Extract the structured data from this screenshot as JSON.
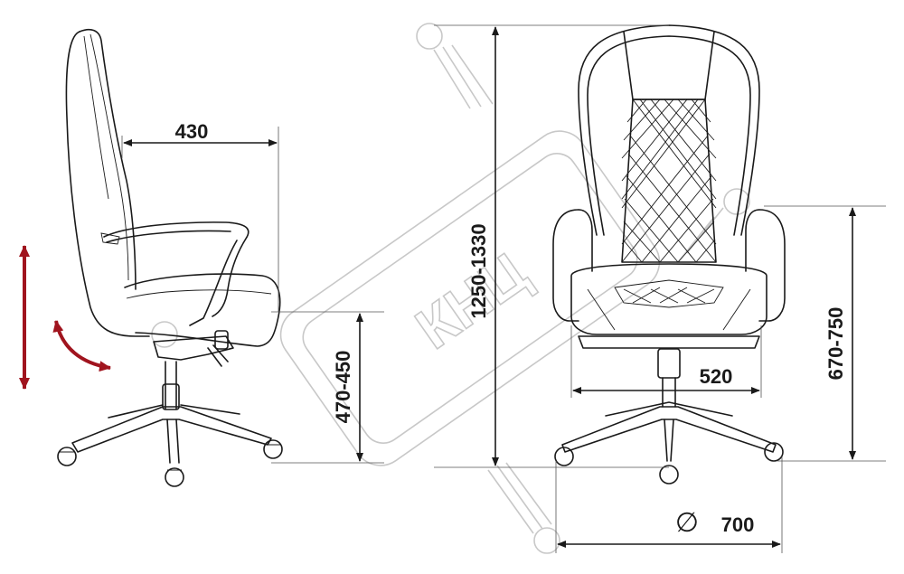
{
  "dimensions": {
    "seat_depth": "430",
    "seat_height": "470-450",
    "total_height": "1250-1330",
    "seat_width": "520",
    "armrest_height": "670-750",
    "base_diameter_symbol": "∅",
    "base_diameter": "700"
  },
  "watermark": {
    "text": "КНЦ"
  },
  "colors": {
    "line": "#1a1a1a",
    "watermark": "#c8c8c8",
    "adjust_arrows": "#a0141e"
  },
  "icons": {
    "height_adjust": "double-arrow-vertical-icon",
    "tilt_adjust": "curved-arrow-icon"
  }
}
